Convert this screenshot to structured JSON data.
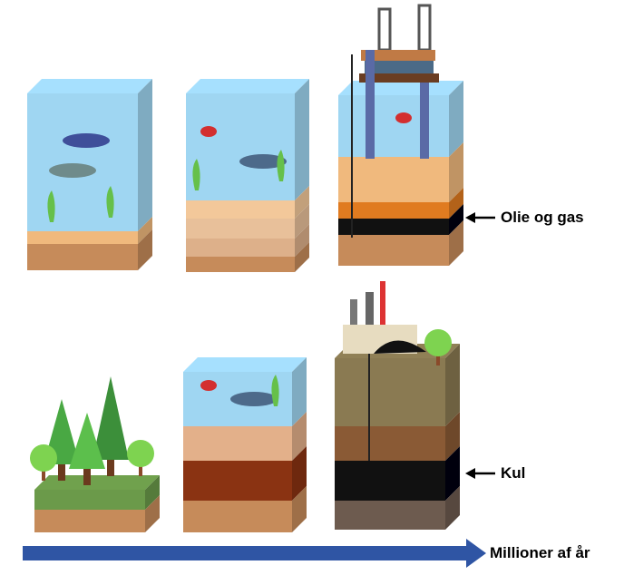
{
  "labels": {
    "oil_gas": "Olie og gas",
    "coal": "Kul",
    "timeline": "Millioner af år"
  },
  "colors": {
    "water": "#9fd6f2",
    "sand": "#f0b97d",
    "earth": "#c68b5a",
    "oil": "#e07b20",
    "coal": "#000000",
    "timeline_arrow": "#2f55a4"
  }
}
